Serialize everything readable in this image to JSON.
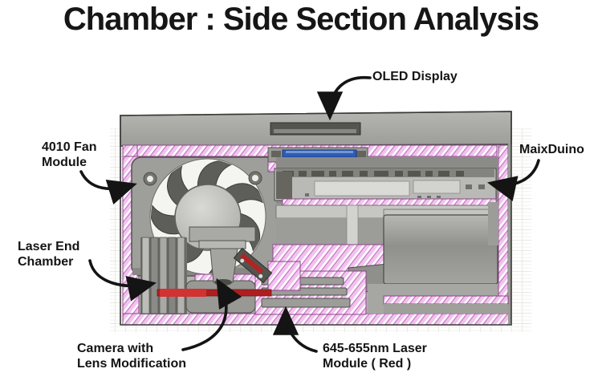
{
  "title": "Chamber : Side Section Analysis",
  "callouts": {
    "oled": {
      "label": "OLED Display"
    },
    "fan": {
      "line1": "4010 Fan",
      "line2": "Module"
    },
    "maixduino": {
      "label": "MaixDuino"
    },
    "laser_end": {
      "line1": "Laser End",
      "line2": "Chamber"
    },
    "camera": {
      "line1": "Camera with",
      "line2": "Lens Modification"
    },
    "laser_module": {
      "line1": "645-655nm Laser",
      "line2": "Module ( Red )"
    }
  },
  "diagram": {
    "type": "CAD side cross-section",
    "parts": "top cap, OLED display, 4010 fan module, MaixDuino PCB, 645-655nm red laser module, camera with lens modification, laser end chamber, hatched chamber walls",
    "colors": {
      "hatch_pink": "#f1c3ef",
      "hatch_edge": "#c06ebc",
      "part_gray": "#a9a9a5",
      "laser_red": "#c1272d",
      "oled_blue": "#2e5cb8",
      "ink": "#141414"
    }
  }
}
